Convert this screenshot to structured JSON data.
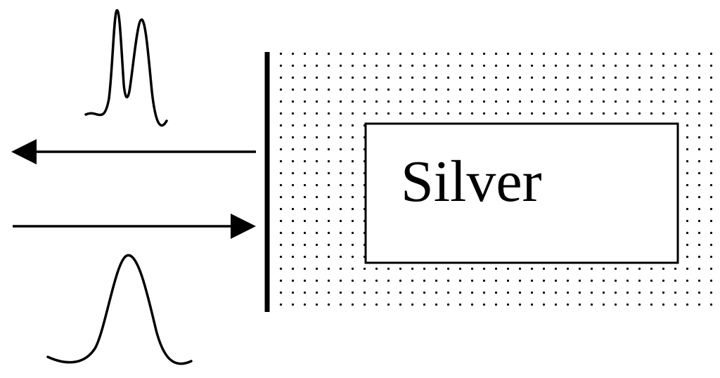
{
  "diagram": {
    "material_label": "Silver",
    "colors": {
      "stroke": "#000000",
      "background": "#ffffff",
      "dot": "#000000"
    },
    "pulses": {
      "reflected": "double-peak",
      "incident": "single-peak"
    },
    "arrows": {
      "reflected": "left",
      "incident": "right"
    }
  }
}
